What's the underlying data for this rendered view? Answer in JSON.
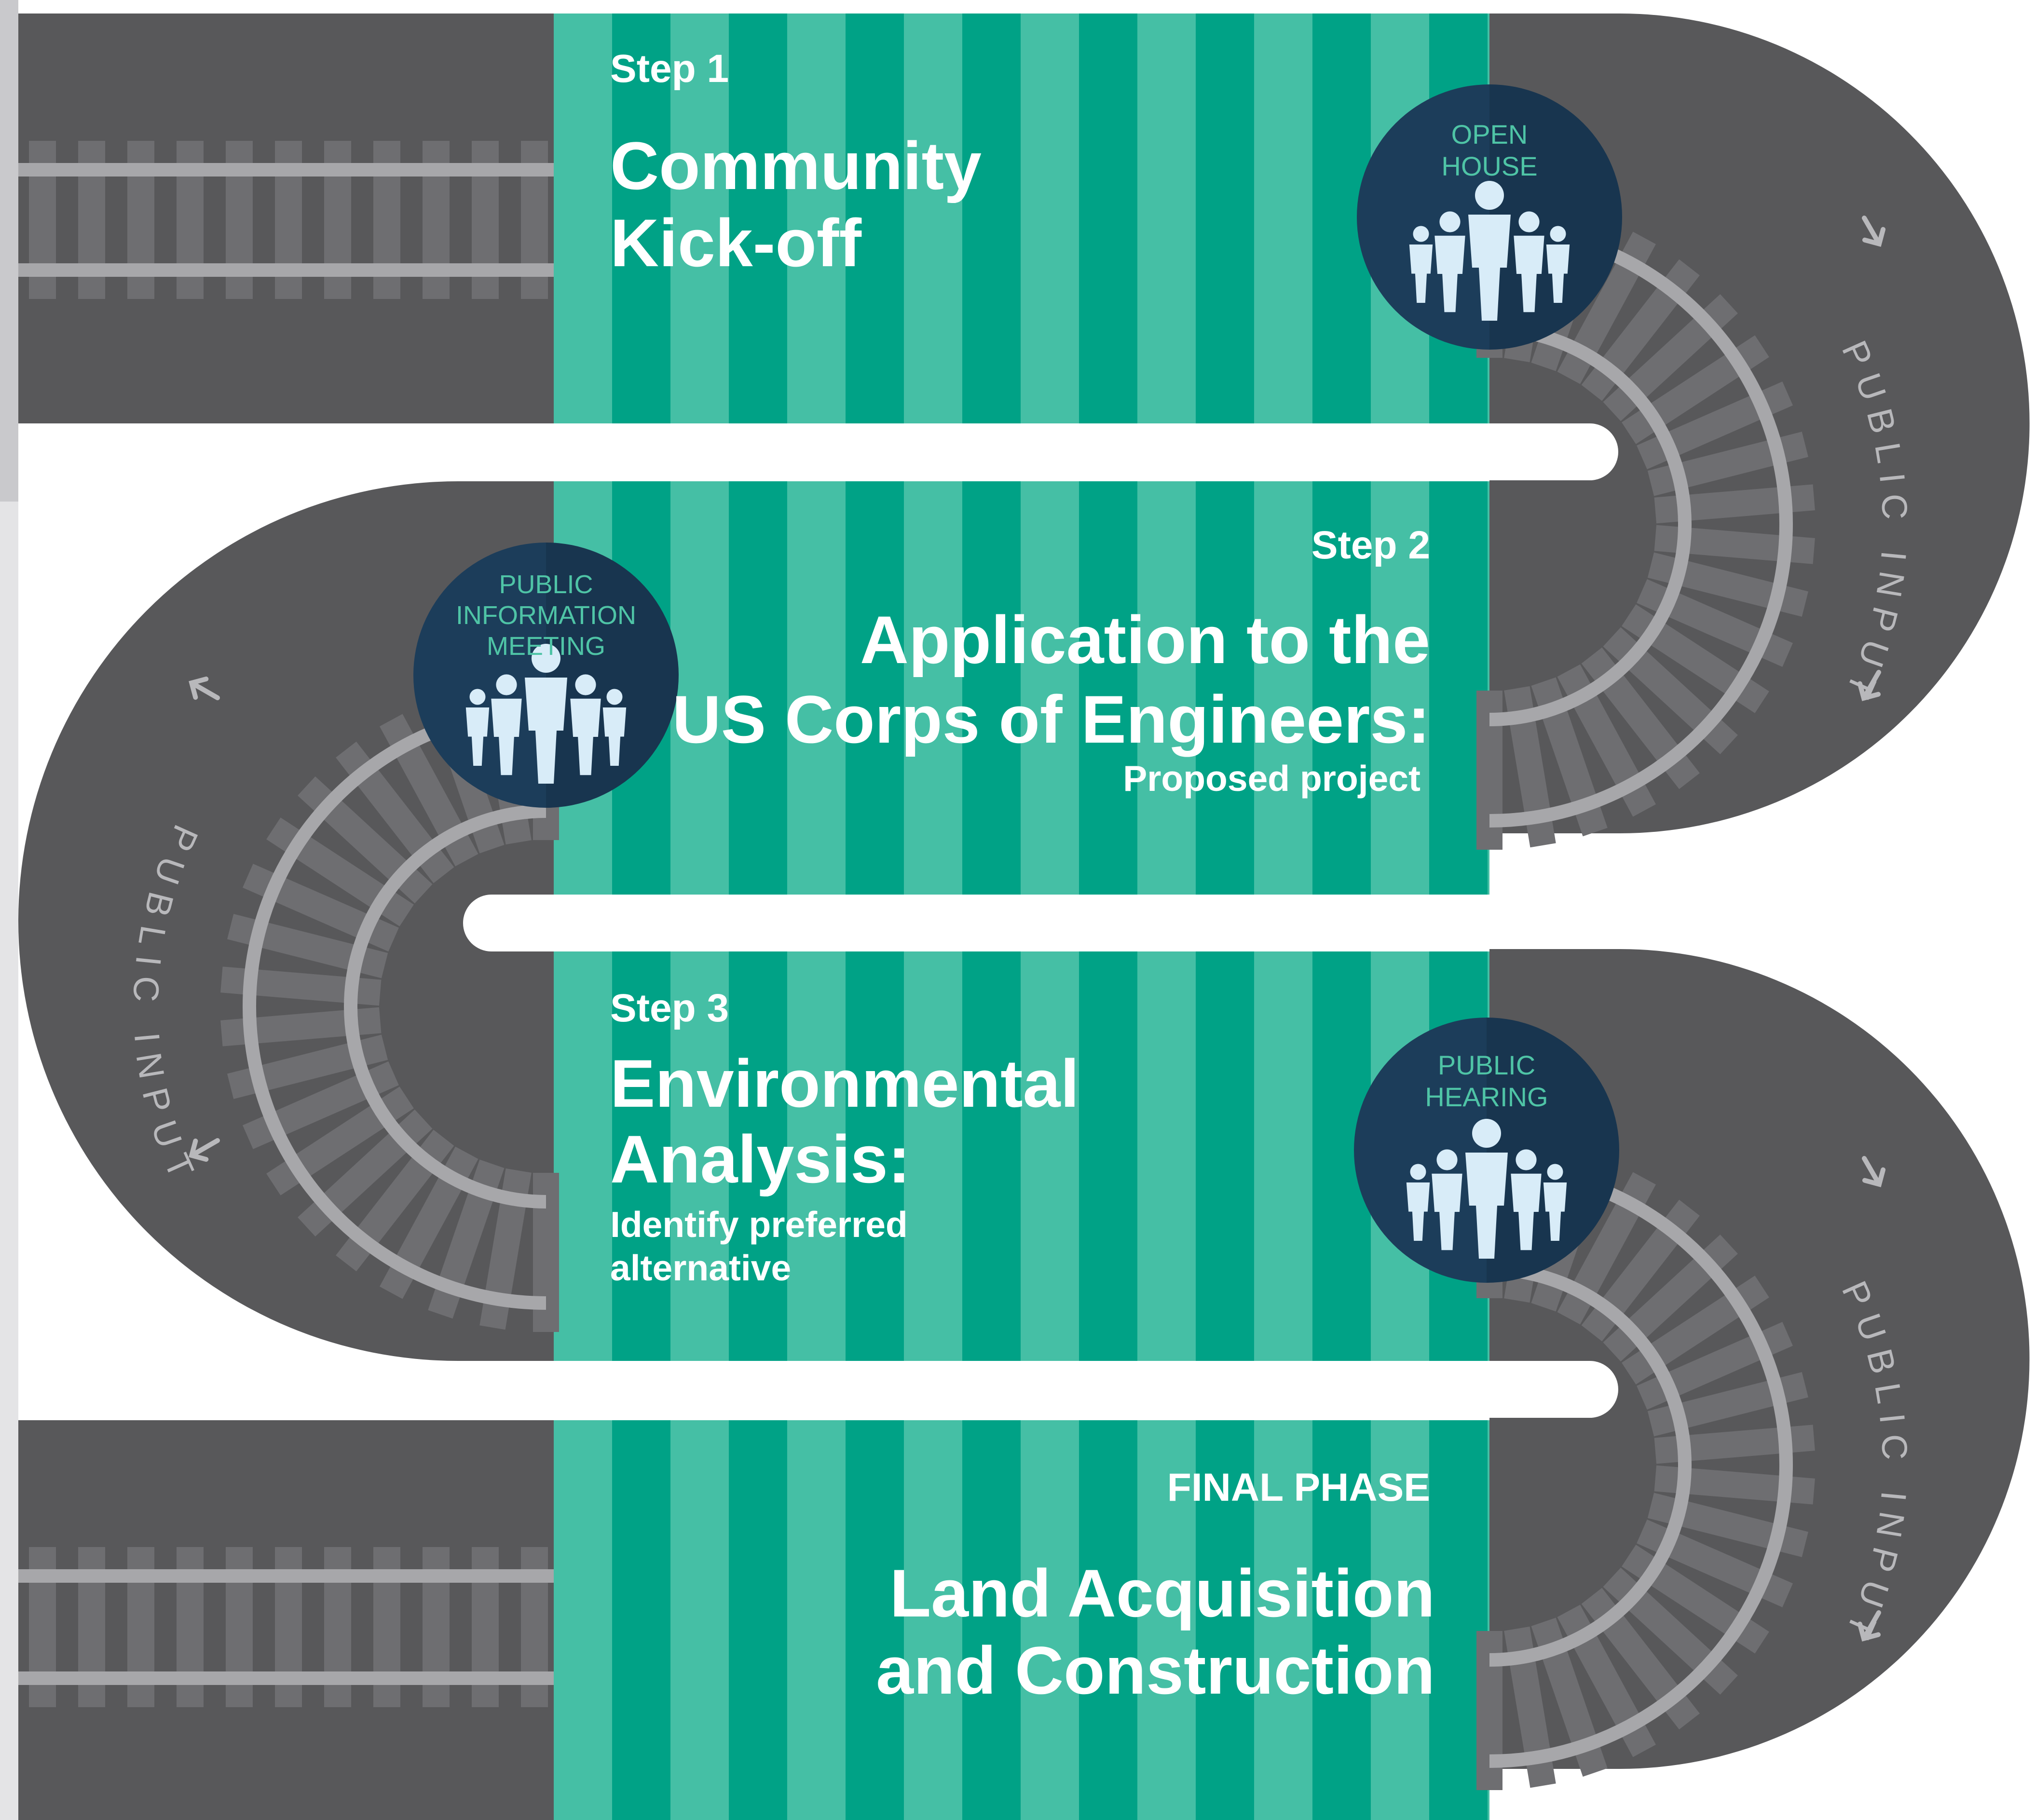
{
  "colors": {
    "track_bed": "#58585a",
    "rail": "#a7a7aa",
    "tie": "#6e6e71",
    "green_dark": "#00a286",
    "green_light": "#45bfa5",
    "badge_bg": "#1c3d5a",
    "badge_text": "#4fc4a6",
    "people": "#d8ecf8",
    "curve_text": "#b8b8bb"
  },
  "steps": [
    {
      "step_label": "Step 1",
      "title_lines": [
        "Community",
        "Kick-off"
      ],
      "subtitle_lines": []
    },
    {
      "step_label": "Step 2",
      "title_lines": [
        "Application to the",
        "US Corps of Engineers:"
      ],
      "subtitle_lines": [
        "Proposed project"
      ]
    },
    {
      "step_label": "Step 3",
      "title_lines": [
        "Environmental",
        "Analysis:"
      ],
      "subtitle_lines": [
        "Identify preferred",
        "alternative"
      ]
    },
    {
      "step_label": "FINAL PHASE",
      "title_lines": [
        "Land Acquisition",
        "and Construction"
      ],
      "subtitle_lines": []
    }
  ],
  "badges": [
    {
      "lines": [
        "OPEN",
        "HOUSE"
      ],
      "icon": "people-group-icon"
    },
    {
      "lines": [
        "PUBLIC",
        "INFORMATION",
        "MEETING"
      ],
      "icon": "people-group-icon"
    },
    {
      "lines": [
        "PUBLIC",
        "HEARING"
      ],
      "icon": "people-group-icon"
    }
  ],
  "curve_label": "PUBLIC INPUT",
  "curve_arrows": [
    "arrow-right-icon",
    "arrow-left-icon"
  ]
}
